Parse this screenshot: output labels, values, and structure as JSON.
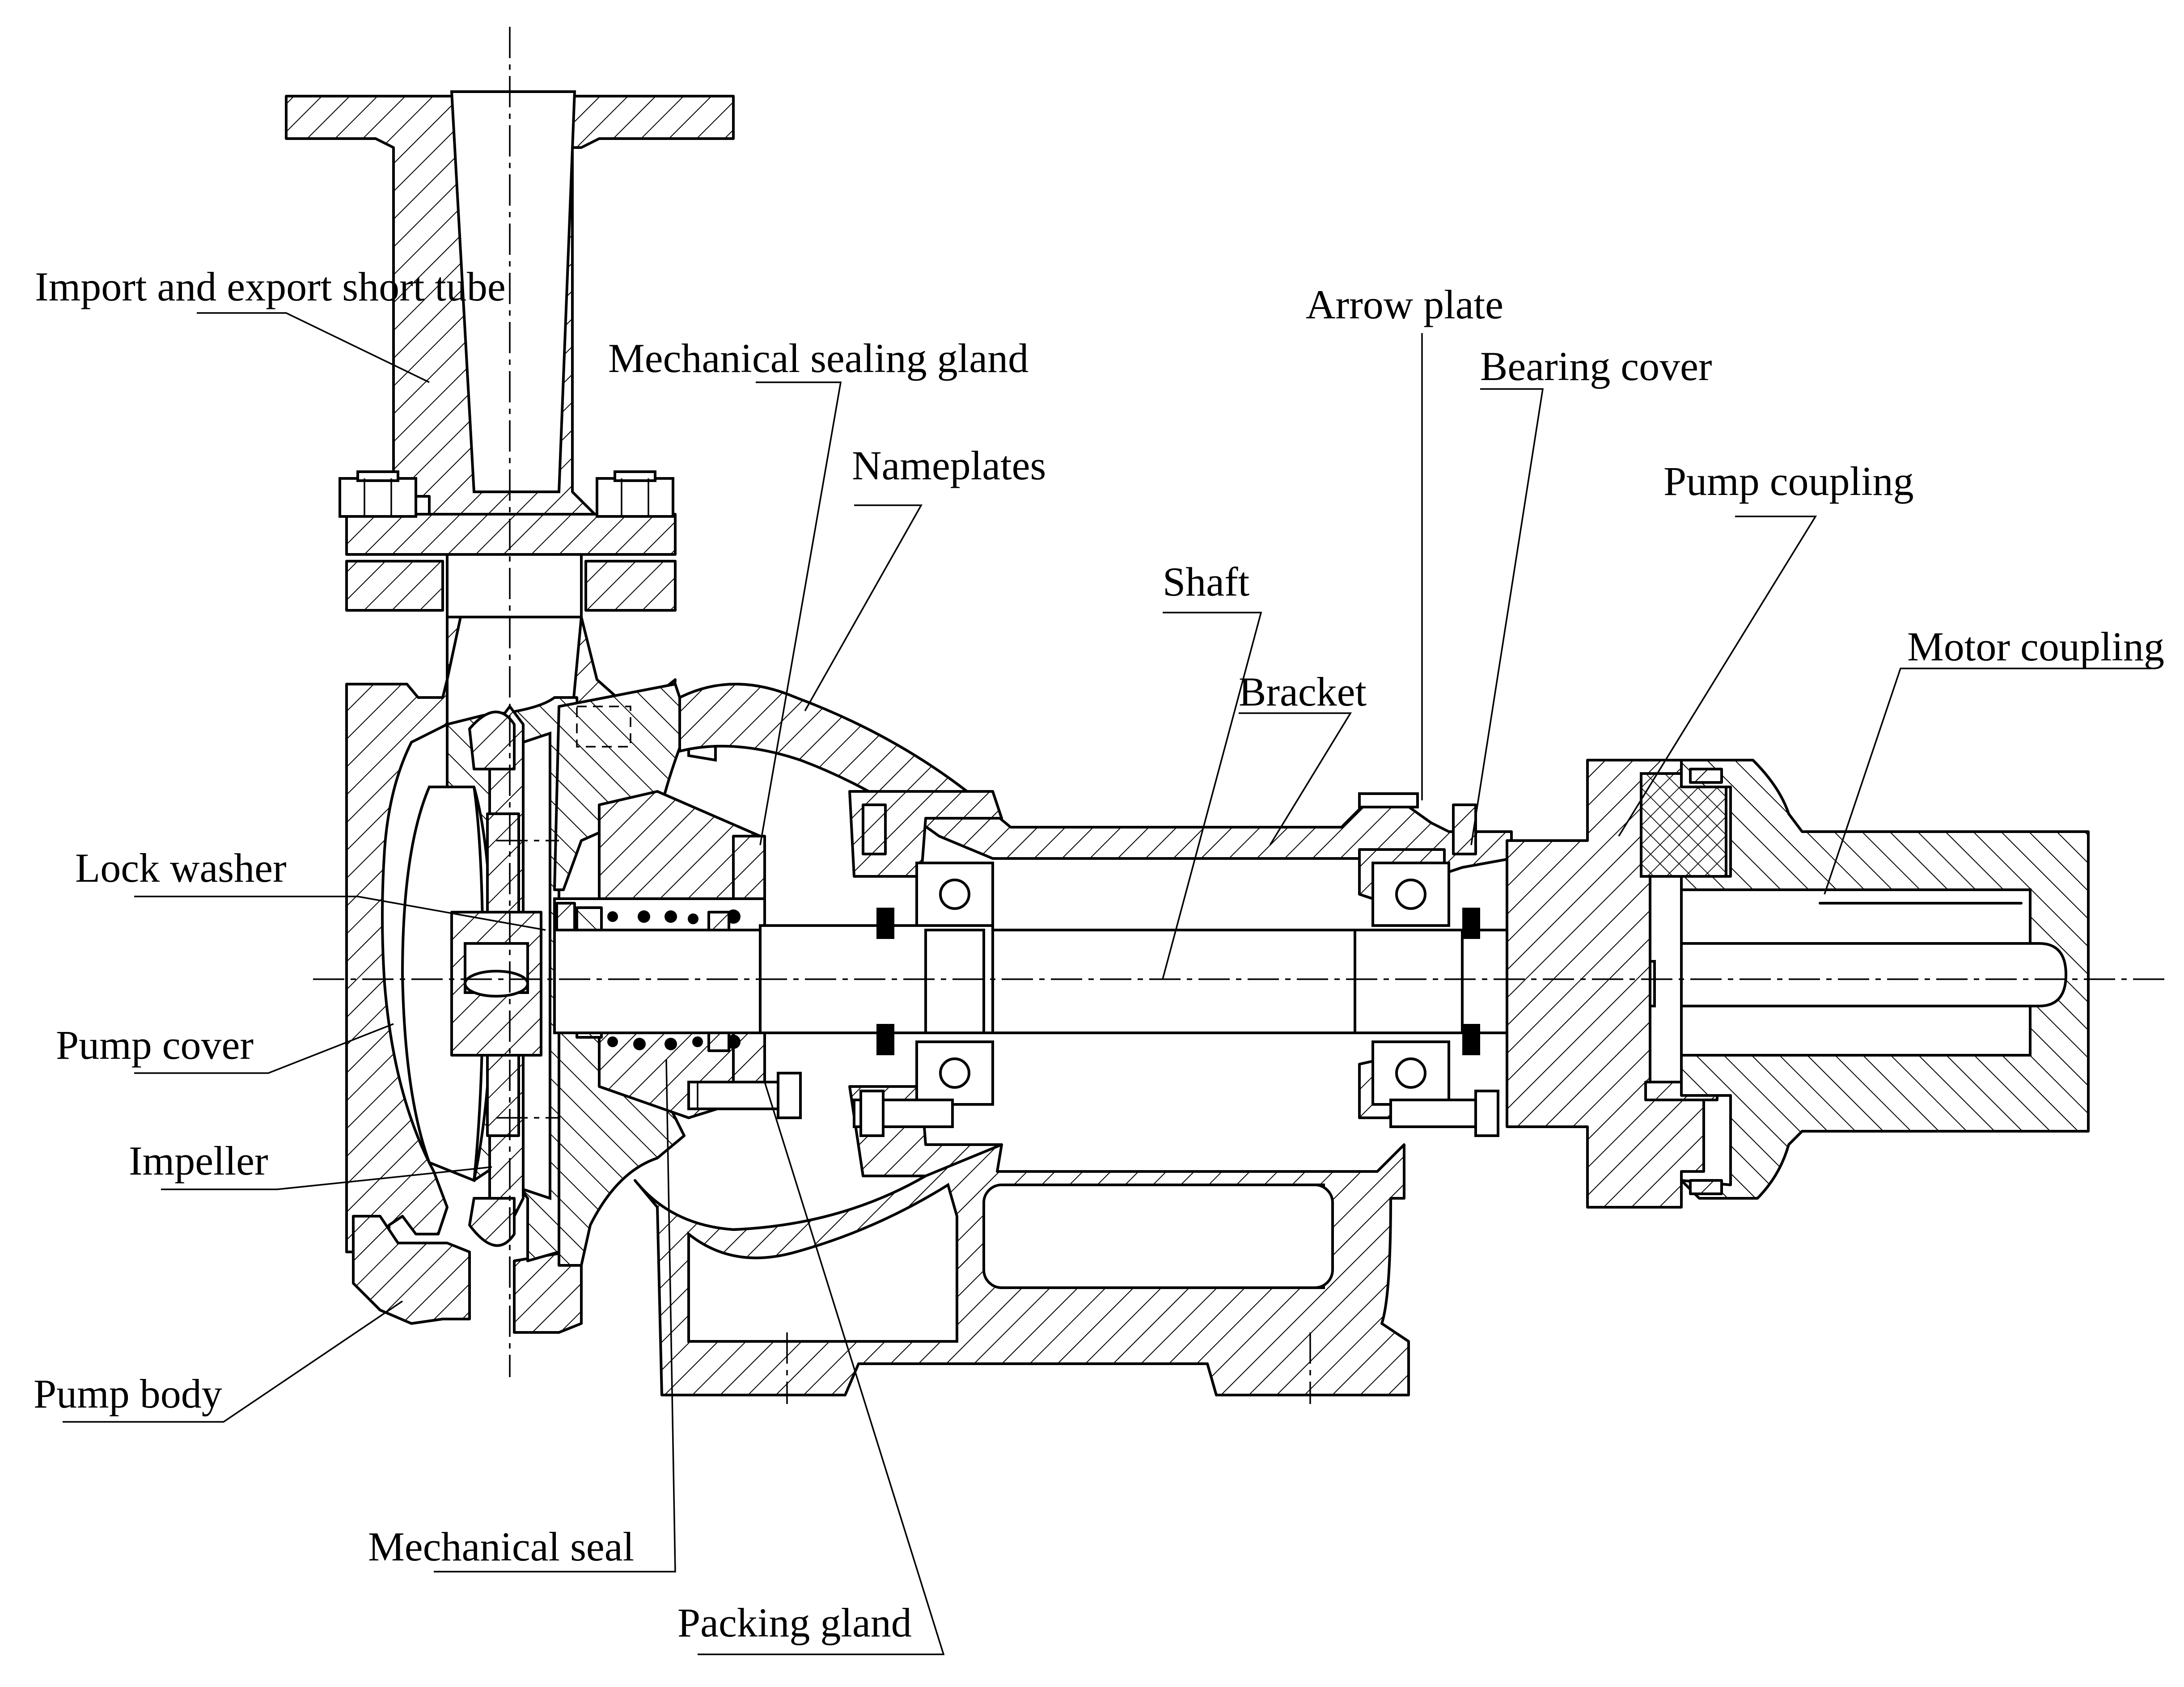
{
  "labels": {
    "import_export_short_tube": "Import and export short tube",
    "mechanical_sealing_gland": "Mechanical sealing gland",
    "nameplates": "Nameplates",
    "arrow_plate": "Arrow plate",
    "bearing_cover": "Bearing cover",
    "pump_coupling": "Pump coupling",
    "shaft": "Shaft",
    "bracket": "Bracket",
    "motor_coupling": "Motor coupling",
    "lock_washer": "Lock washer",
    "pump_cover": "Pump cover",
    "impeller": "Impeller",
    "pump_body": "Pump body",
    "mechanical_seal": "Mechanical seal",
    "packing_gland": "Packing gland"
  }
}
